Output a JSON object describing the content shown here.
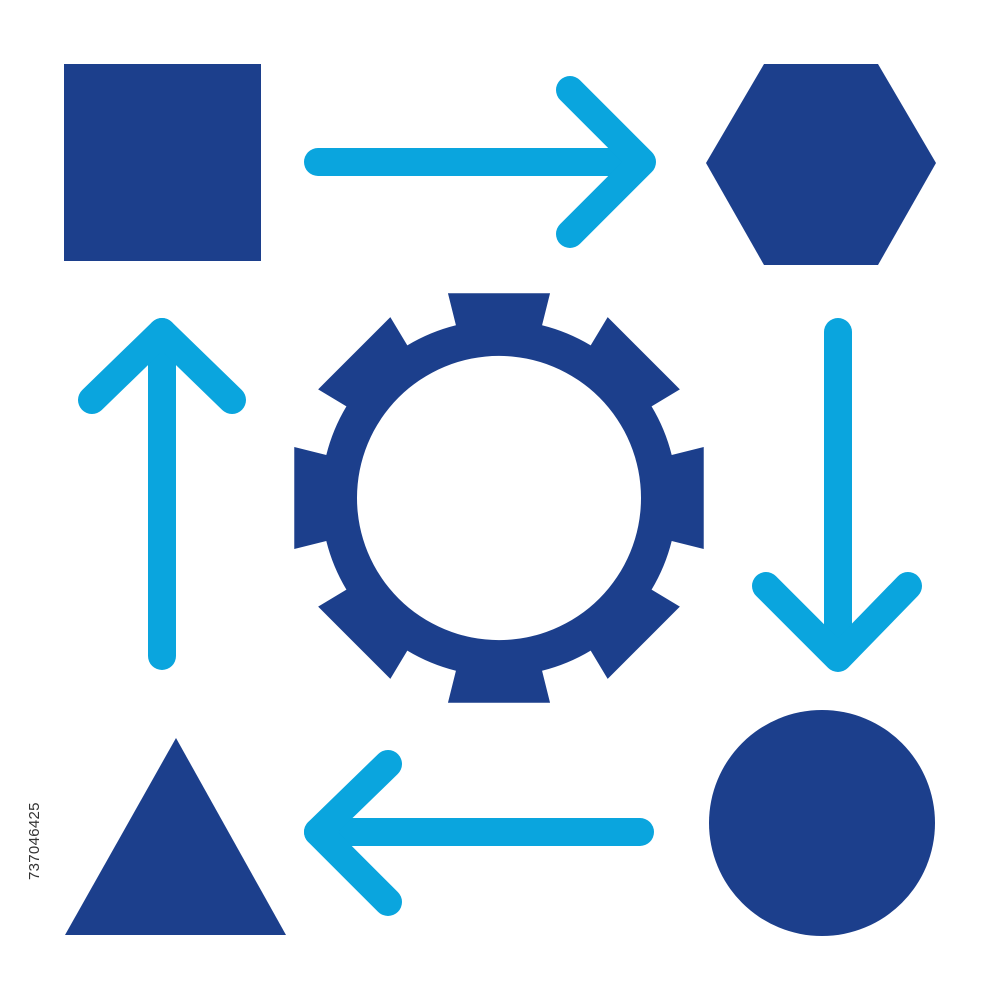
{
  "colors": {
    "background": "#ffffff",
    "shape_fill": "#1c3f8c",
    "arrow_stroke": "#0aa5de"
  },
  "diagram": {
    "nodes": [
      {
        "shape": "square"
      },
      {
        "shape": "hexagon"
      },
      {
        "shape": "circle"
      },
      {
        "shape": "triangle"
      }
    ],
    "center_icon": "gear-icon",
    "cycle_direction": "clockwise",
    "arrows": [
      {
        "from": "square",
        "to": "hexagon",
        "direction": "right"
      },
      {
        "from": "hexagon",
        "to": "circle",
        "direction": "down"
      },
      {
        "from": "circle",
        "to": "triangle",
        "direction": "left"
      },
      {
        "from": "triangle",
        "to": "square",
        "direction": "up"
      }
    ]
  },
  "stock_id": "737046425"
}
